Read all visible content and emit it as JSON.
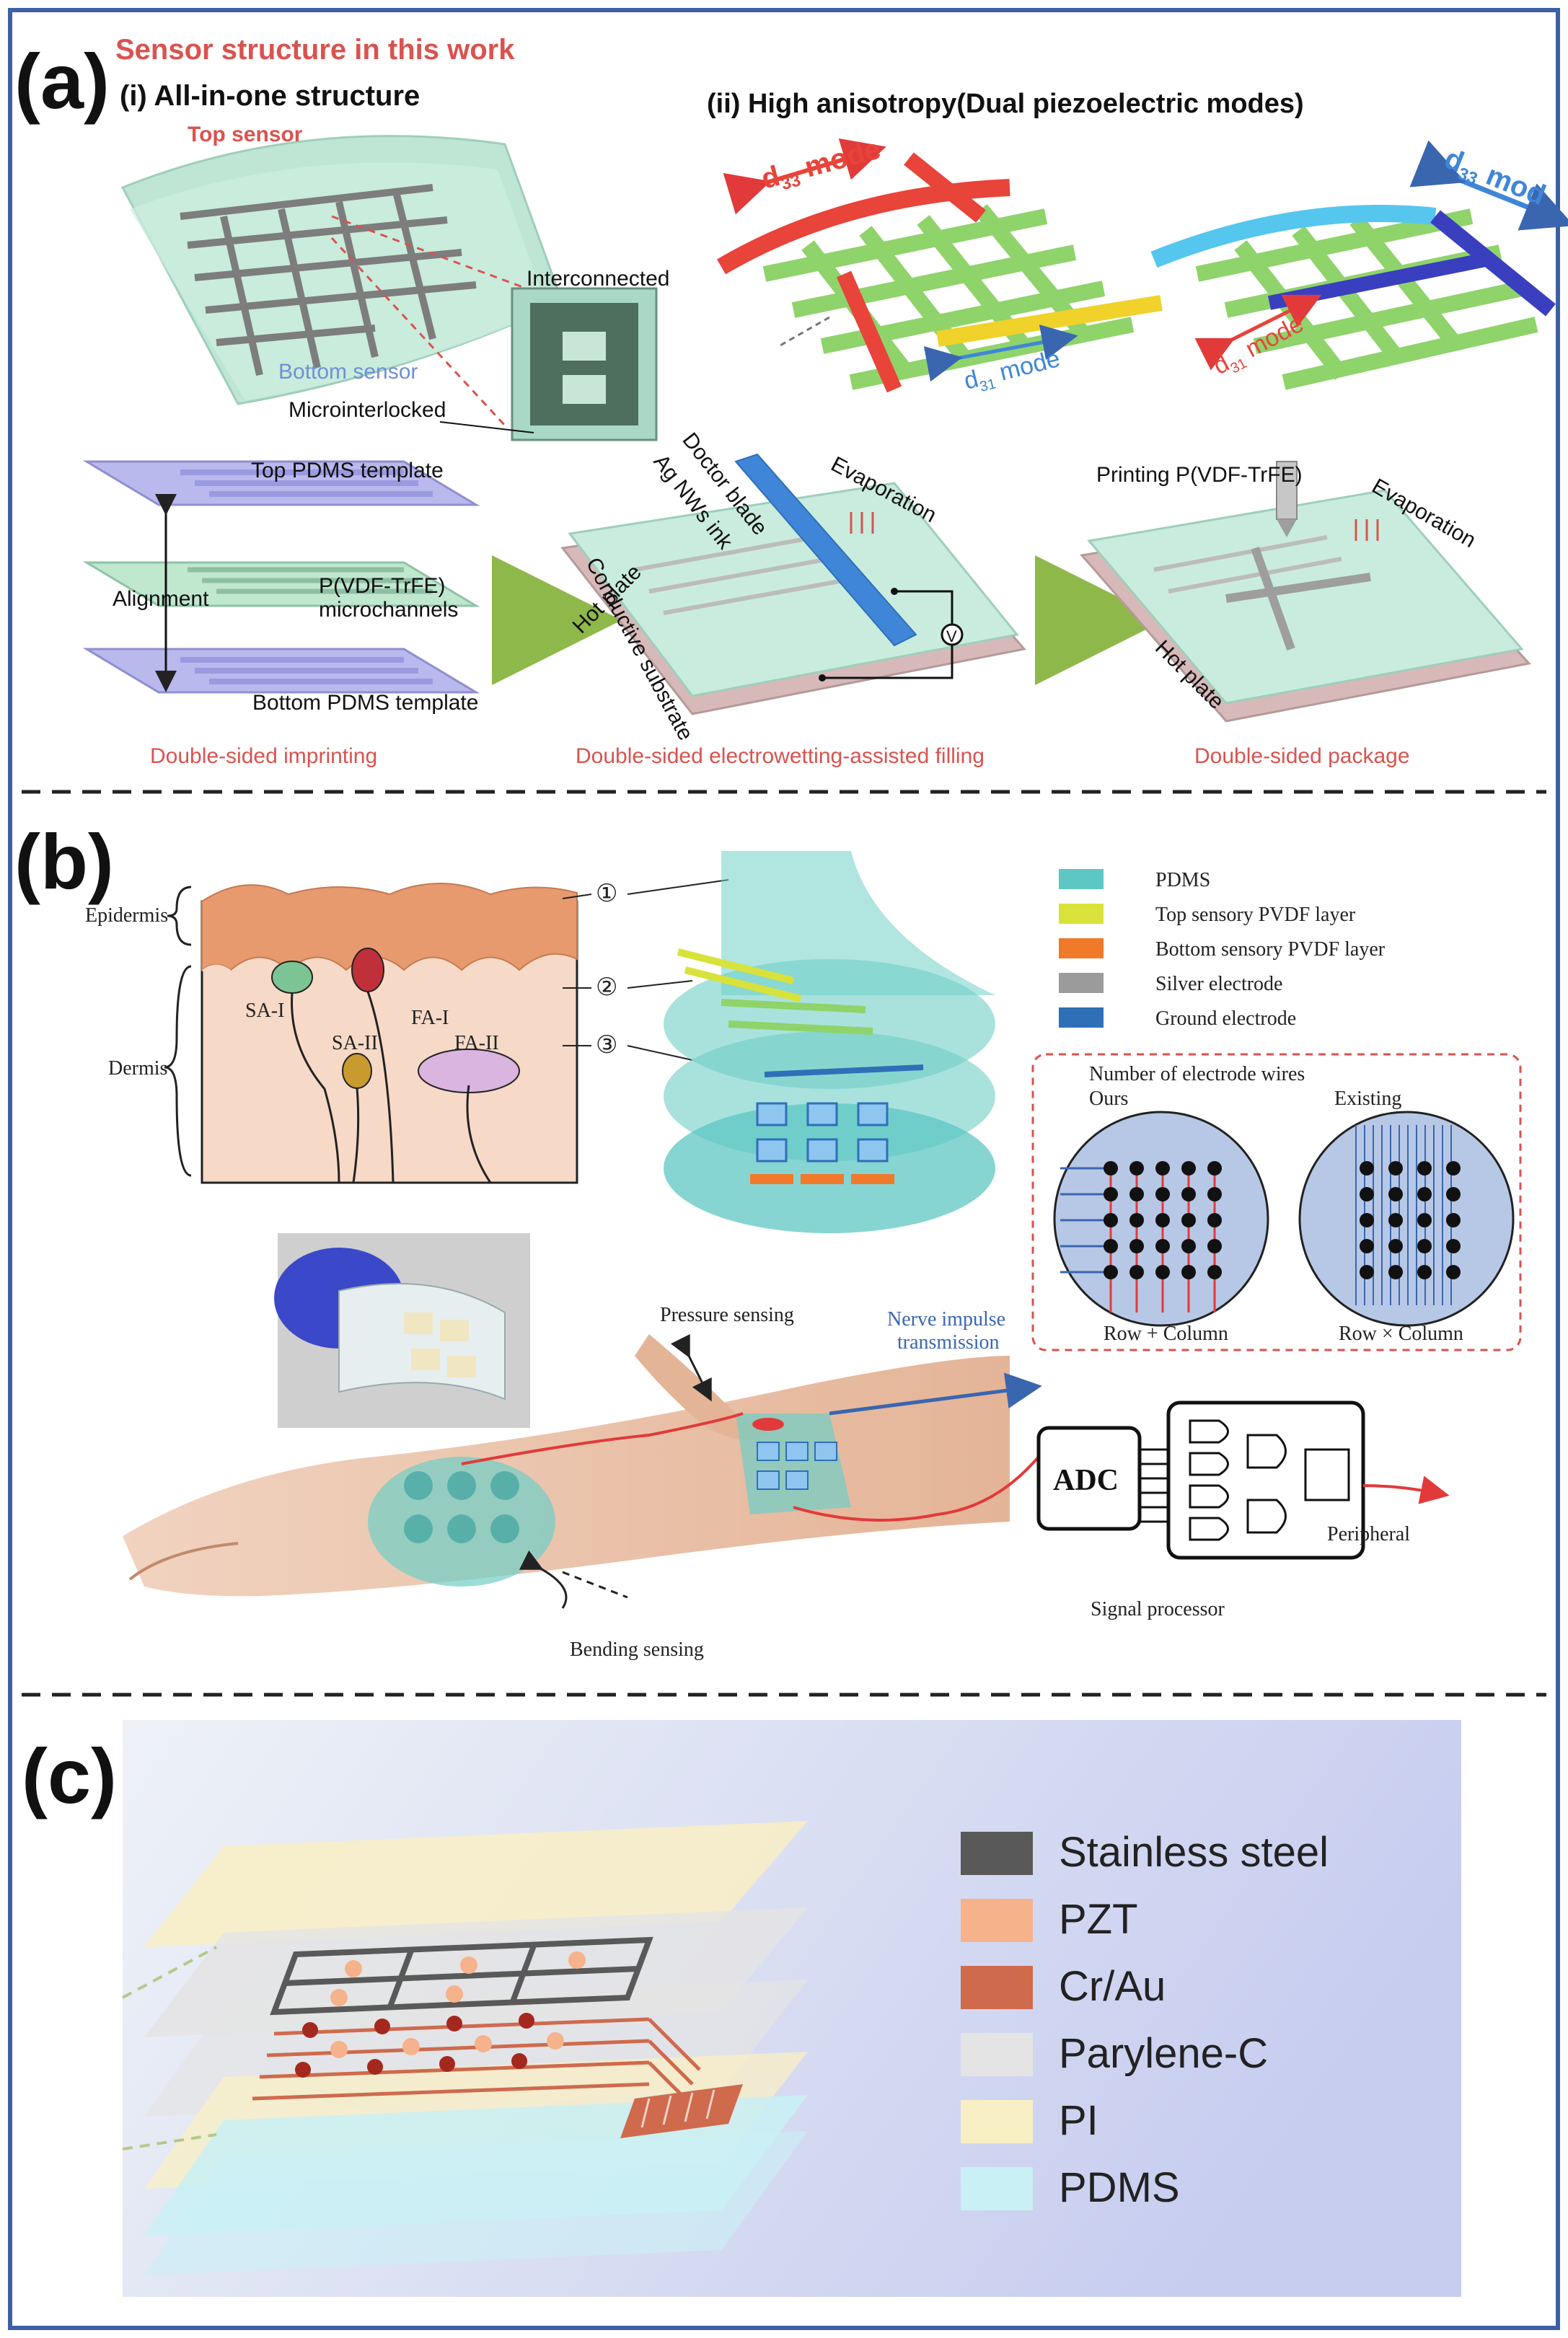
{
  "panel_a": {
    "label": "(a)",
    "sensor_structure_title": "Sensor structure in this work",
    "sub_i_title": "(i) All-in-one structure",
    "sub_ii_title": "(ii) High anisotropy(Dual piezoelectric modes)",
    "top_sensor": "Top sensor",
    "bottom_sensor": "Bottom sensor",
    "interconnected": "Interconnected",
    "microinterlocked": "Microinterlocked",
    "d33_mode": "d",
    "d33_sub": "33",
    "mode_word": " mode",
    "d31_mode": "d",
    "d31_sub": "31",
    "d33_mode_right": "d",
    "d33_sub_right": "33",
    "mode_word_right": " mod",
    "d31_mode_right": "d",
    "d31_sub_right": "31",
    "top_pdms_template": "Top PDMS template",
    "alignment": "Alignment",
    "pvdf_microchannels_1": "P(VDF-TrFE)",
    "pvdf_microchannels_2": "microchannels",
    "bottom_pdms_template": "Bottom PDMS template",
    "doctor_blade": "Doctor blade",
    "ag_nws_ink": "Ag NWs ink",
    "evaporation_1": "Evaporation",
    "conductive_substrate": "Conductive substrate",
    "hot_plate_1": "Hot plate",
    "voltage_symbol": "V",
    "printing_pvdf": "Printing P(VDF-TrFE)",
    "evaporation_2": "Evaporation",
    "hot_plate_2": "Hot plate",
    "step1": "Double-sided imprinting",
    "step2": "Double-sided electrowetting-assisted filling",
    "step3": "Double-sided package",
    "colors": {
      "red_label": "#d9534f",
      "blue_label": "#6f8fd6",
      "template": "#b9b9ee",
      "channels": "#bfe8cf",
      "d33_red": "#e8443a",
      "d31_blue": "#3f86d8",
      "grid_green": "#8fd36b",
      "grid_yellow": "#f0d22a",
      "arrow_green": "#8fb84a"
    }
  },
  "panel_b": {
    "label": "(b)",
    "epidermis": "Epidermis",
    "dermis": "Dermis",
    "sa1": "SA-I",
    "fa1": "FA-I",
    "sa2": "SA-II",
    "fa2": "FA-II",
    "circ1": "①",
    "circ2": "②",
    "circ3": "③",
    "legend": [
      {
        "label": "PDMS",
        "color": "#5ec7c3"
      },
      {
        "label": "Top sensory PVDF layer",
        "color": "#d8e23a"
      },
      {
        "label": "Bottom sensory PVDF layer",
        "color": "#f07a2a"
      },
      {
        "label": "Silver electrode",
        "color": "#9b9b9b"
      },
      {
        "label": "Ground electrode",
        "color": "#2f6fb8"
      }
    ],
    "wires_title": "Number of electrode wires",
    "ours": "Ours",
    "existing": "Existing",
    "row_plus_col": "Row + Column",
    "row_times_col": "Row × Column",
    "pressure_sensing": "Pressure sensing",
    "nerve_impulse_1": "Nerve impulse",
    "nerve_impulse_2": "transmission",
    "adc": "ADC",
    "peripheral": "Peripheral",
    "signal_processor": "Signal processor",
    "bending_sensing": "Bending sensing",
    "colors": {
      "epidermis": "#e79a6e",
      "dermis": "#f6d9c6",
      "nerve_blue": "#3a66b0",
      "wire_red": "#e23a3a"
    }
  },
  "panel_c": {
    "label": "(c)",
    "legend": [
      {
        "label": "Stainless steel",
        "color": "#595959"
      },
      {
        "label": "PZT",
        "color": "#f6b28b"
      },
      {
        "label": "Cr/Au",
        "color": "#cf6a4d"
      },
      {
        "label": "Parylene-C",
        "color": "#e4e4e4"
      },
      {
        "label": "PI",
        "color": "#f9efc4"
      },
      {
        "label": "PDMS",
        "color": "#c9f0f5"
      }
    ]
  }
}
